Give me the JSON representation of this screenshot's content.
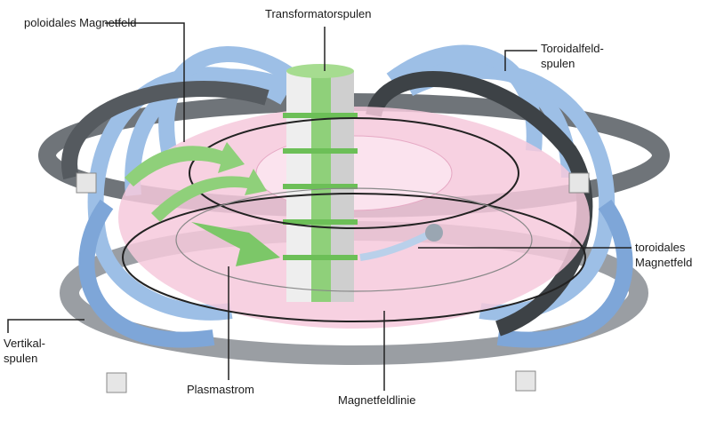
{
  "labels": {
    "poloidal_field": "poloidales Magnetfeld",
    "transformer_coils": "Transformatorspulen",
    "toroidal_coils_line1": "Toroidalfeld-",
    "toroidal_coils_line2": "spulen",
    "toroidal_field_line1": "toroidales",
    "toroidal_field_line2": "Magnetfeld",
    "vertical_coils_line1": "Vertikal-",
    "vertical_coils_line2": "spulen",
    "plasma_current": "Plasmastrom",
    "field_line": "Magnetfeldlinie"
  },
  "colors": {
    "plasma": "#f6c9dc",
    "toroidal_coil": "#9dbfe6",
    "vertical_coil": "#8a8f94",
    "transformer": "#8fd07a",
    "field_line": "#222222"
  }
}
